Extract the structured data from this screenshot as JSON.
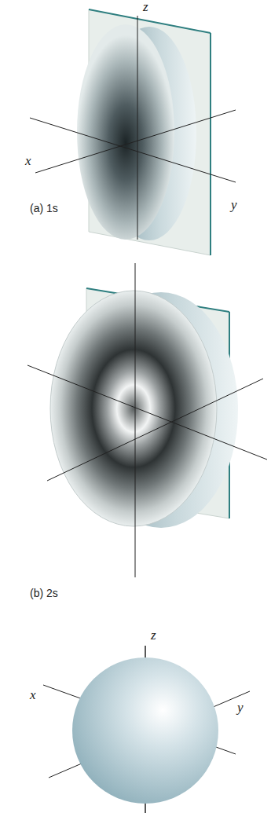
{
  "diagram": {
    "labels": [
      "z",
      "x",
      "y",
      "(a) 1s",
      "(b) 2s",
      "z",
      "x",
      "y"
    ]
  }
}
